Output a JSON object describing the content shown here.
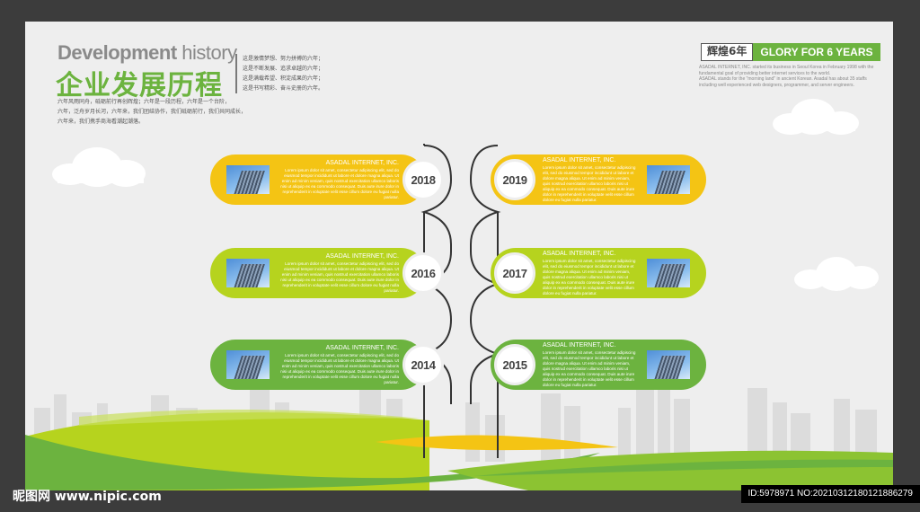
{
  "header": {
    "title_en_bold": "Development",
    "title_en_light": " history",
    "title_cn": "企业发展历程",
    "intro_lines": [
      "这是激情梦想、努力拼搏的六年；",
      "这是不断发展、追求卓越的六年；",
      "这是满载希望、积淀成果的六年；",
      "这是书写精彩、奋斗史册的六年。"
    ],
    "intro_paragraph": [
      "六年风雨同舟，砥砺前行再创辉煌；六年是一段历程，六年是一个台阶，",
      "六年，泛舟岁月长河，六年来，我们团结协作，我们砥砺前行，我们共同成长，",
      "六年来，我们携手商海看潮起潮落。"
    ]
  },
  "badge": {
    "dark_label": "辉煌6年",
    "green_label": "GLORY FOR 6 YEARS",
    "text_lines": [
      "ASADAL INTERNET, INC. started its business in Seoul Korea in February 1998 with the",
      "fundamental goal of providing better internet services to the world.",
      "ASADAL stands for the \"morning land\" in ancient Korean. Asadal has about 35 staffs",
      "including well experienced web designers, programmer, and server engineers."
    ]
  },
  "timeline": {
    "company": "ASADAL INTERNET, INC.",
    "lorem": "Lorem ipsum dolor sit amet, consectetur adipiscing elit, sed do eiusmod tempor incididunt ut labore et dolore magna aliqua. Ut enim ad minim veniam, quis nostrud exercitation ullamco laboris nisi ut aliquip ex ea commodo consequat. Duis aute irure dolor in reprehenderit in voluptate velit esse cillum dolore eu fugiat nulla pariatur.",
    "years": {
      "y2018": "2018",
      "y2019": "2019",
      "y2016": "2016",
      "y2017": "2017",
      "y2014": "2014",
      "y2015": "2015"
    }
  },
  "footer": {
    "watermark": "昵图网 www.nipic.com",
    "id_text": "ID:5978971 NO:20210312180121886279"
  },
  "colors": {
    "yellow": "#f4c414",
    "lime": "#b6d31e",
    "green": "#6cb33f",
    "background": "#eeeeee"
  }
}
